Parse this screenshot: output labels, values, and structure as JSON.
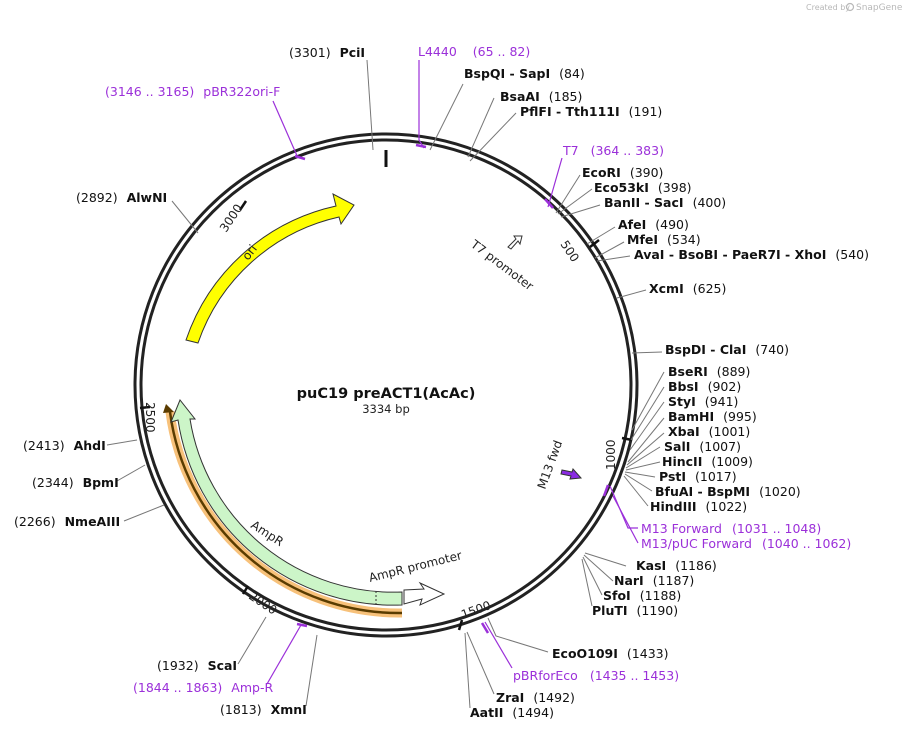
{
  "credit": {
    "prefix": "Created by",
    "brand": "SnapGene"
  },
  "plasmid": {
    "name": "puC19 preACT1(AcAc)",
    "length": "3334 bp"
  },
  "ticks": [
    "500",
    "1000",
    "1500",
    "2000",
    "2500",
    "3000"
  ],
  "features": [
    {
      "name": "ori",
      "color": "#ffff00"
    },
    {
      "name": "AmpR",
      "color": "#ccf5c8"
    },
    {
      "name": "AmpR promoter",
      "color": "#ffffff"
    },
    {
      "name": "T7 promoter",
      "color": "#ffffff"
    },
    {
      "name": "M13 fwd",
      "color": "#8a2be2"
    }
  ],
  "sites": [
    {
      "pos": "(3301)",
      "name": "PciI"
    },
    {
      "name": "BspQI  -  SapI",
      "pos": "(84)"
    },
    {
      "name": "BsaAI",
      "pos": "(185)"
    },
    {
      "name": "PflFI  -  Tth111I",
      "pos": "(191)"
    },
    {
      "name": "EcoRI",
      "pos": "(390)"
    },
    {
      "name": "Eco53kI",
      "pos": "(398)"
    },
    {
      "name": "BanII  -  SacI",
      "pos": "(400)"
    },
    {
      "name": "AfeI",
      "pos": "(490)"
    },
    {
      "name": "MfeI",
      "pos": "(534)"
    },
    {
      "name": "AvaI  -  BsoBI  -  PaeR7I  -  XhoI",
      "pos": "(540)"
    },
    {
      "name": "XcmI",
      "pos": "(625)"
    },
    {
      "name": "BspDI  -  ClaI",
      "pos": "(740)"
    },
    {
      "name": "BseRI",
      "pos": "(889)"
    },
    {
      "name": "BbsI",
      "pos": "(902)"
    },
    {
      "name": "StyI",
      "pos": "(941)"
    },
    {
      "name": "BamHI",
      "pos": "(995)"
    },
    {
      "name": "XbaI",
      "pos": "(1001)"
    },
    {
      "name": "SalI",
      "pos": "(1007)"
    },
    {
      "name": "HincII",
      "pos": "(1009)"
    },
    {
      "name": "PstI",
      "pos": "(1017)"
    },
    {
      "name": "BfuAI  -  BspMI",
      "pos": "(1020)"
    },
    {
      "name": "HindIII",
      "pos": "(1022)"
    },
    {
      "name": "KasI",
      "pos": "(1186)"
    },
    {
      "name": "NarI",
      "pos": "(1187)"
    },
    {
      "name": "SfoI",
      "pos": "(1188)"
    },
    {
      "name": "PluTI",
      "pos": "(1190)"
    },
    {
      "name": "EcoO109I",
      "pos": "(1433)"
    },
    {
      "name": "ZraI",
      "pos": "(1492)"
    },
    {
      "name": "AatII",
      "pos": "(1494)"
    },
    {
      "pos": "(1932)",
      "name": "ScaI"
    },
    {
      "pos": "(1813)",
      "name": "XmnI"
    },
    {
      "pos": "(2266)",
      "name": "NmeAIII"
    },
    {
      "pos": "(2344)",
      "name": "BpmI"
    },
    {
      "pos": "(2413)",
      "name": "AhdI"
    },
    {
      "pos": "(2892)",
      "name": "AlwNI"
    }
  ],
  "primers": [
    {
      "name": "L4440",
      "range": "(65 .. 82)"
    },
    {
      "range": "(3146 .. 3165)",
      "name": "pBR322ori-F"
    },
    {
      "name": "T7",
      "range": "(364 .. 383)"
    },
    {
      "name": "M13 Forward",
      "range": "(1031 .. 1048)"
    },
    {
      "name": "M13/pUC Forward",
      "range": "(1040 .. 1062)"
    },
    {
      "name": "pBRforEco",
      "range": "(1435 .. 1453)"
    },
    {
      "range": "(1844 .. 1863)",
      "name": "Amp-R"
    }
  ]
}
